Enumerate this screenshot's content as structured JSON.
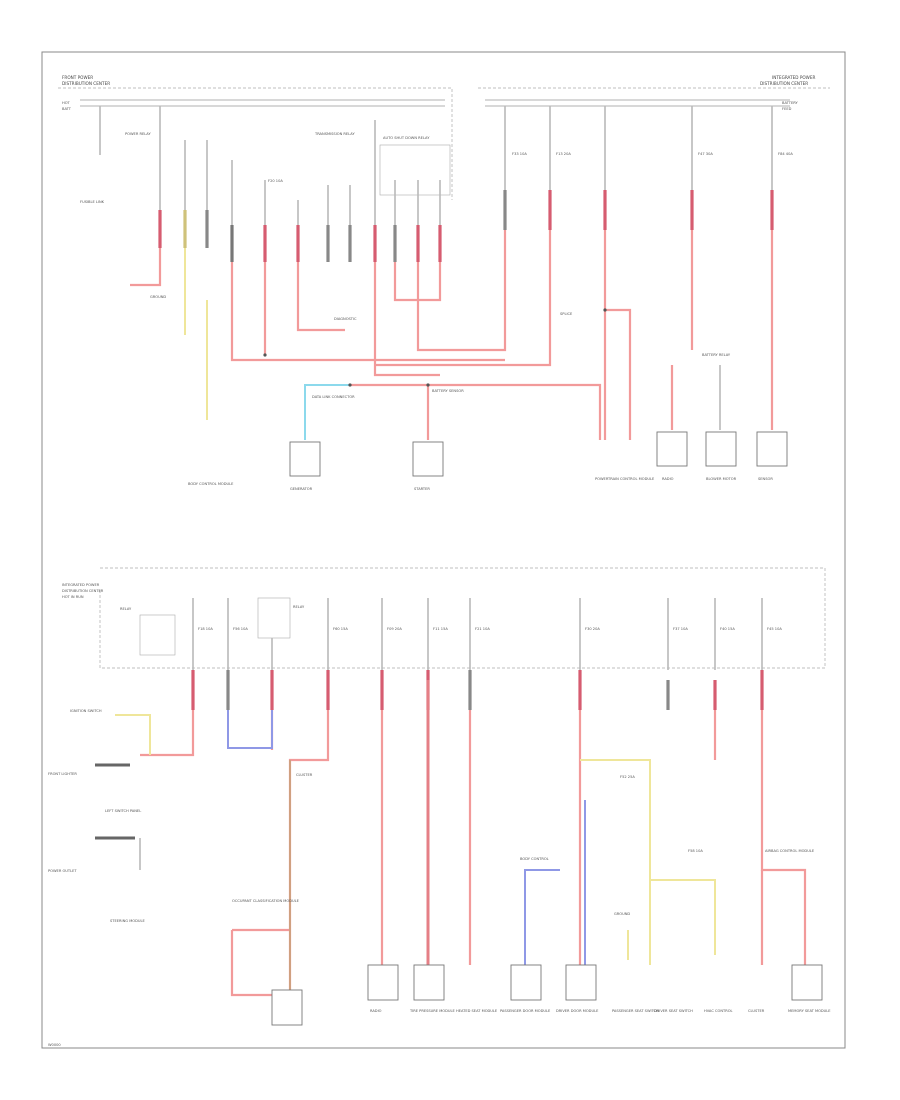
{
  "header": {
    "left_title_1": "FRONT POWER",
    "left_title_2": "DISTRIBUTION CENTER",
    "right_title_1": "INTEGRATED POWER",
    "right_title_2": "DISTRIBUTION CENTER",
    "bus_left_1": "HOT",
    "bus_left_2": "BATT",
    "bus_right_1": "BATTERY",
    "bus_right_2": "FEED"
  },
  "top_labels": {
    "relay_1": "POWER RELAY",
    "relay_2": "TRANSMISSION RELAY",
    "relay_3": "AUTO SHUT DOWN RELAY",
    "fuse_module": "FUSIBLE LINK",
    "ground_1": "GROUND",
    "module_1": "BODY CONTROL MODULE",
    "diag": "DIAGNOSTIC",
    "starter": "STARTER",
    "generator": "GENERATOR",
    "data_link": "DATA LINK CONNECTOR",
    "pcm": "POWERTRAIN CONTROL MODULE",
    "fuse_splice": "SPLICE",
    "battery_relay": "BATTERY RELAY",
    "radio": "RADIO",
    "blower": "BLOWER MOTOR",
    "sensor": "SENSOR",
    "bcm2": "BODY CONTROL",
    "batt_sensor": "BATTERY SENSOR"
  },
  "bottom_labels": {
    "ipdc_1": "INTEGRATED POWER",
    "ipdc_2": "DISTRIBUTION CENTER",
    "relay_a": "RELAY",
    "relay_b": "RELAY",
    "ignition": "IGNITION SWITCH",
    "left_ctrl": "LEFT SWITCH PANEL",
    "front_lt": "FRONT LIGHTER",
    "power_outlet": "POWER OUTLET",
    "steering": "STEERING MODULE",
    "cluster": "CLUSTER",
    "occupant": "OCCUPANT CLASSIFICATION MODULE",
    "radio2": "RADIO",
    "tire": "TIRE PRESSURE MODULE",
    "heated": "HEATED SEAT MODULE",
    "driver_door": "DRIVER DOOR MODULE",
    "pass_door": "PASSENGER DOOR MODULE",
    "pass_seat": "PASSENGER SEAT SWITCH",
    "driver_seat": "DRIVER SEAT SWITCH",
    "memory": "MEMORY SEAT MODULE",
    "cluster2": "CLUSTER",
    "hvac": "HVAC CONTROL",
    "airbag": "AIRBAG CONTROL MODULE",
    "ground2": "GROUND",
    "hot_run": "HOT IN RUN",
    "footer": "W0000"
  },
  "fuses": {
    "f1": "F20 10A",
    "f2": "F33 10A",
    "f3": "F13 20A",
    "f4": "F47 30A",
    "f5": "F84 40A",
    "f6": "F18 10A",
    "f7": "F56 10A",
    "f8": "F60 15A",
    "f9": "F09 20A",
    "f10": "F11 15A",
    "f11": "F21 10A",
    "f12": "F30 20A",
    "f13": "F37 10A",
    "f14": "F40 15A",
    "f15": "F45 10A",
    "f16": "F52 25A",
    "f17": "F58 10A"
  },
  "colors": {
    "red_wire": "#f29a9a",
    "dark_red_wire": "#d65c70",
    "yellow_wire": "#efe69a",
    "blue_wire": "#8f98e6",
    "cyan_wire": "#8cd9ec"
  }
}
